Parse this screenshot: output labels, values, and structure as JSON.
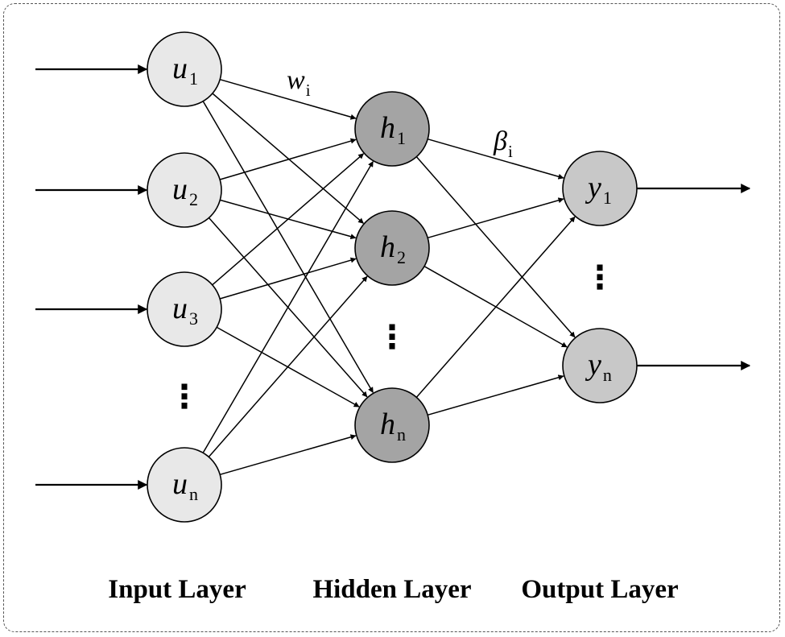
{
  "colors": {
    "input_node_fill": "#e8e8e8",
    "hidden_node_fill": "#a4a4a4",
    "output_node_fill": "#c8c8c8",
    "stroke": "#000000",
    "frame": "#555555"
  },
  "layers": {
    "input": {
      "title": "Input Layer",
      "nodes": [
        {
          "id": "u1",
          "symbol": "u",
          "subscript": "1"
        },
        {
          "id": "u2",
          "symbol": "u",
          "subscript": "2"
        },
        {
          "id": "u3",
          "symbol": "u",
          "subscript": "3"
        },
        {
          "id": "un",
          "symbol": "u",
          "subscript": "n"
        }
      ],
      "ellipsis": "⋮"
    },
    "hidden": {
      "title": "Hidden Layer",
      "nodes": [
        {
          "id": "h1",
          "symbol": "h",
          "subscript": "1"
        },
        {
          "id": "h2",
          "symbol": "h",
          "subscript": "2"
        },
        {
          "id": "hn",
          "symbol": "h",
          "subscript": "n"
        }
      ],
      "ellipsis": "⋮"
    },
    "output": {
      "title": "Output Layer",
      "nodes": [
        {
          "id": "y1",
          "symbol": "y",
          "subscript": "1"
        },
        {
          "id": "yn",
          "symbol": "y",
          "subscript": "n"
        }
      ],
      "ellipsis": "⋮"
    }
  },
  "weights": {
    "input_hidden": {
      "symbol": "w",
      "subscript": "i"
    },
    "hidden_output": {
      "symbol": "β",
      "subscript": "i"
    }
  }
}
